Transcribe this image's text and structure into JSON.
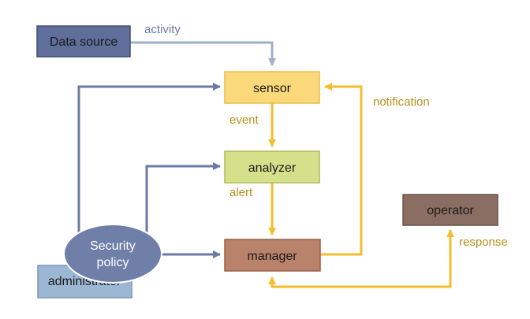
{
  "colors": {
    "blue_gray_edge": "#6b7aa6",
    "light_blue_edge": "#9fb0c8",
    "gold_edge": "#f2be2e",
    "gold_text": "#b8901a",
    "data_source_fill": "#5f6e9b",
    "sensor_fill": "#f9d97a",
    "analyzer_fill": "#d5e08a",
    "manager_fill": "#b9826b",
    "operator_fill": "#8a6e62",
    "admin_fill": "#9cb7d4",
    "policy_fill": "#6f7fa8"
  },
  "nodes": {
    "data_source": "Data source",
    "sensor": "sensor",
    "analyzer": "analyzer",
    "manager": "manager",
    "operator": "operator",
    "administrator": "administrator",
    "security_policy_line1": "Security",
    "security_policy_line2": "policy"
  },
  "edge_labels": {
    "activity": "activity",
    "notification": "notification",
    "event": "event",
    "alert": "alert",
    "response": "response"
  }
}
